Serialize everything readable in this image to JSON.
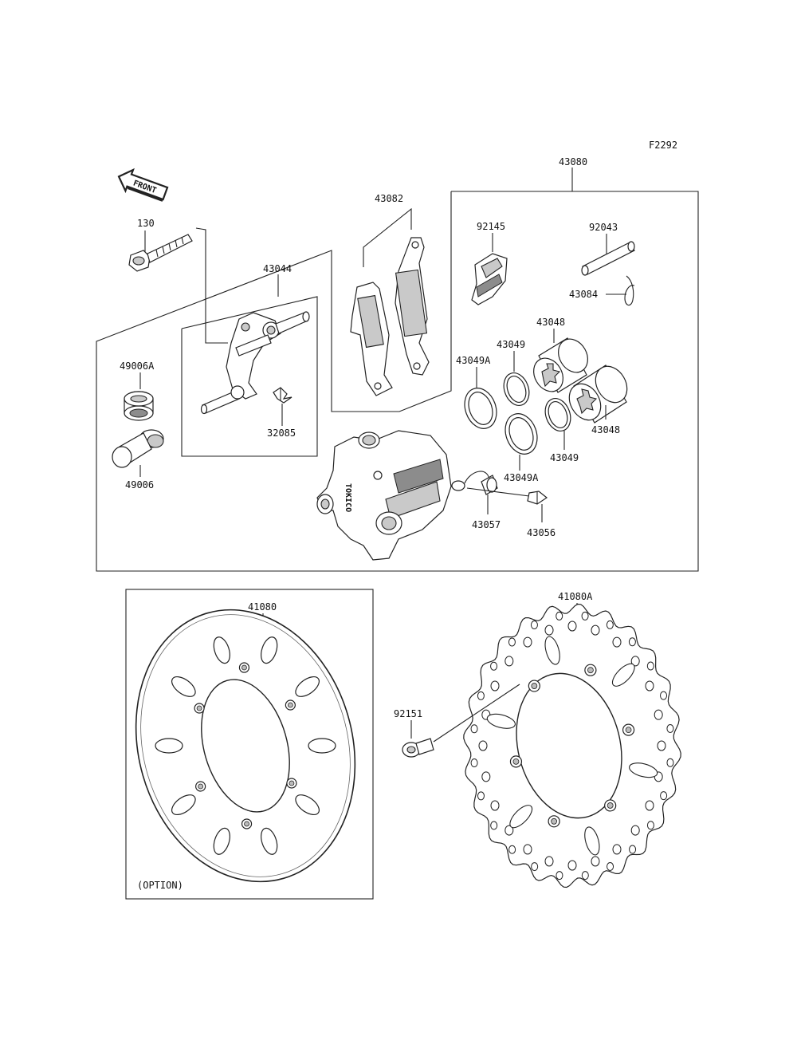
{
  "diagram_code": "F2292",
  "front_label": "FRONT",
  "option_label": "(OPTION)",
  "caliper_brand": "TOKICO",
  "parts": {
    "p43080": "43080",
    "p43082": "43082",
    "p43044": "43044",
    "p130": "130",
    "p49006A": "49006A",
    "p49006": "49006",
    "p32085": "32085",
    "p92145": "92145",
    "p92043": "92043",
    "p43084": "43084",
    "p43048a": "43048",
    "p43048b": "43048",
    "p43049a": "43049",
    "p43049b": "43049",
    "p43049Aa": "43049A",
    "p43049Ab": "43049A",
    "p43057": "43057",
    "p43056": "43056",
    "p41080": "41080",
    "p41080A": "41080A",
    "p92151": "92151"
  }
}
